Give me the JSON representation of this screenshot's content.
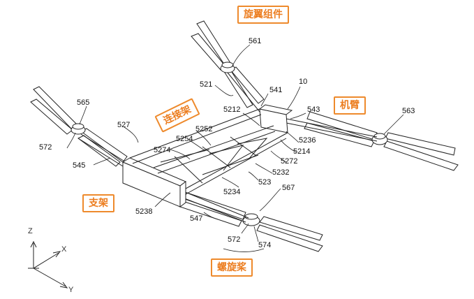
{
  "callouts": {
    "rotor_assembly": "旋翼组件",
    "connecting_frame": "连接架",
    "arm": "机臂",
    "bracket": "支架",
    "propeller": "螺旋桨"
  },
  "refs": {
    "r561": "561",
    "r521": "521",
    "r541": "541",
    "r10": "10",
    "r5212": "5212",
    "r543": "543",
    "r563": "563",
    "r565": "565",
    "r527": "527",
    "r5252": "5252",
    "r5254": "5254",
    "r5274": "5274",
    "r5236": "5236",
    "r5214": "5214",
    "r5272": "5272",
    "r5232": "5232",
    "r572a": "572",
    "r545": "545",
    "r523": "523",
    "r567": "567",
    "r5234": "5234",
    "r5238": "5238",
    "r547": "547",
    "r572b": "572",
    "r574": "574"
  },
  "axes": {
    "z": "Z",
    "x": "X",
    "y": "Y"
  },
  "colors": {
    "accent": "#ee8a2c",
    "line": "#222222"
  }
}
